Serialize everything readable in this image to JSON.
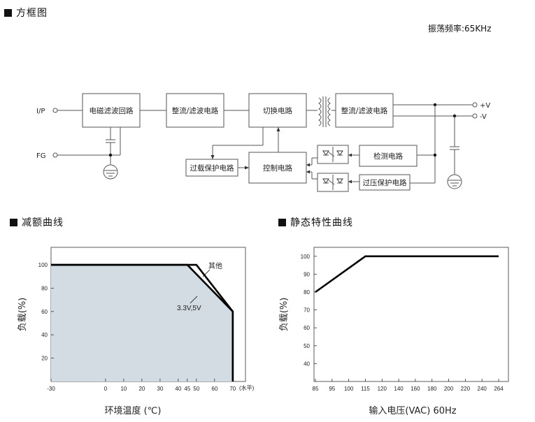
{
  "sections": {
    "block_diagram": "方框图",
    "derating_curve": "减额曲线",
    "static_curve": "静态特性曲线"
  },
  "frequency": "振荡频率:65KHz",
  "ports": {
    "ip": "I/P",
    "fg": "FG",
    "vplus": "+V",
    "vminus": "-V"
  },
  "blocks": {
    "emi": "电磁滤波回路",
    "rect1": "整流/滤波电路",
    "switch": "切换电路",
    "rect2": "整流/滤波电路",
    "overload": "过载保护电路",
    "control": "控制电路",
    "detect": "检测电路",
    "ovp": "过压保护电路"
  },
  "chart_data": [
    {
      "type": "area",
      "xlabel": "环境温度 (℃)",
      "ylabel": "负载(%)",
      "x_unit": "(水平)",
      "x_ticks": [
        "-30",
        "0",
        "10",
        "20",
        "30",
        "40",
        "45",
        "50",
        "60",
        "70"
      ],
      "x_tick_values": [
        -30,
        0,
        10,
        20,
        30,
        40,
        45,
        50,
        60,
        70
      ],
      "y_ticks": [
        "20",
        "40",
        "60",
        "80",
        "100"
      ],
      "y_tick_values": [
        20,
        40,
        60,
        80,
        100
      ],
      "xlim": [
        -30,
        77
      ],
      "ylim": [
        0,
        115
      ],
      "series": [
        {
          "name": "其他",
          "x": [
            -30,
            50,
            70,
            70
          ],
          "y": [
            100,
            100,
            60,
            0
          ]
        },
        {
          "name": "3.3V,5V",
          "x": [
            -30,
            45,
            70,
            70
          ],
          "y": [
            100,
            100,
            60,
            0
          ]
        }
      ]
    },
    {
      "type": "line",
      "xlabel": "输入电压(VAC) 60Hz",
      "ylabel": "负载(%)",
      "x_ticks": [
        "85",
        "95",
        "100",
        "115",
        "120",
        "140",
        "160",
        "180",
        "200",
        "220",
        "240",
        "264"
      ],
      "y_ticks": [
        "40",
        "50",
        "60",
        "70",
        "80",
        "90",
        "100"
      ],
      "y_tick_values": [
        40,
        50,
        60,
        70,
        80,
        90,
        100
      ],
      "ylim": [
        30,
        105
      ],
      "series": [
        {
          "x": [
            "85",
            "115",
            "264"
          ],
          "y": [
            80,
            100,
            100
          ]
        }
      ]
    }
  ]
}
